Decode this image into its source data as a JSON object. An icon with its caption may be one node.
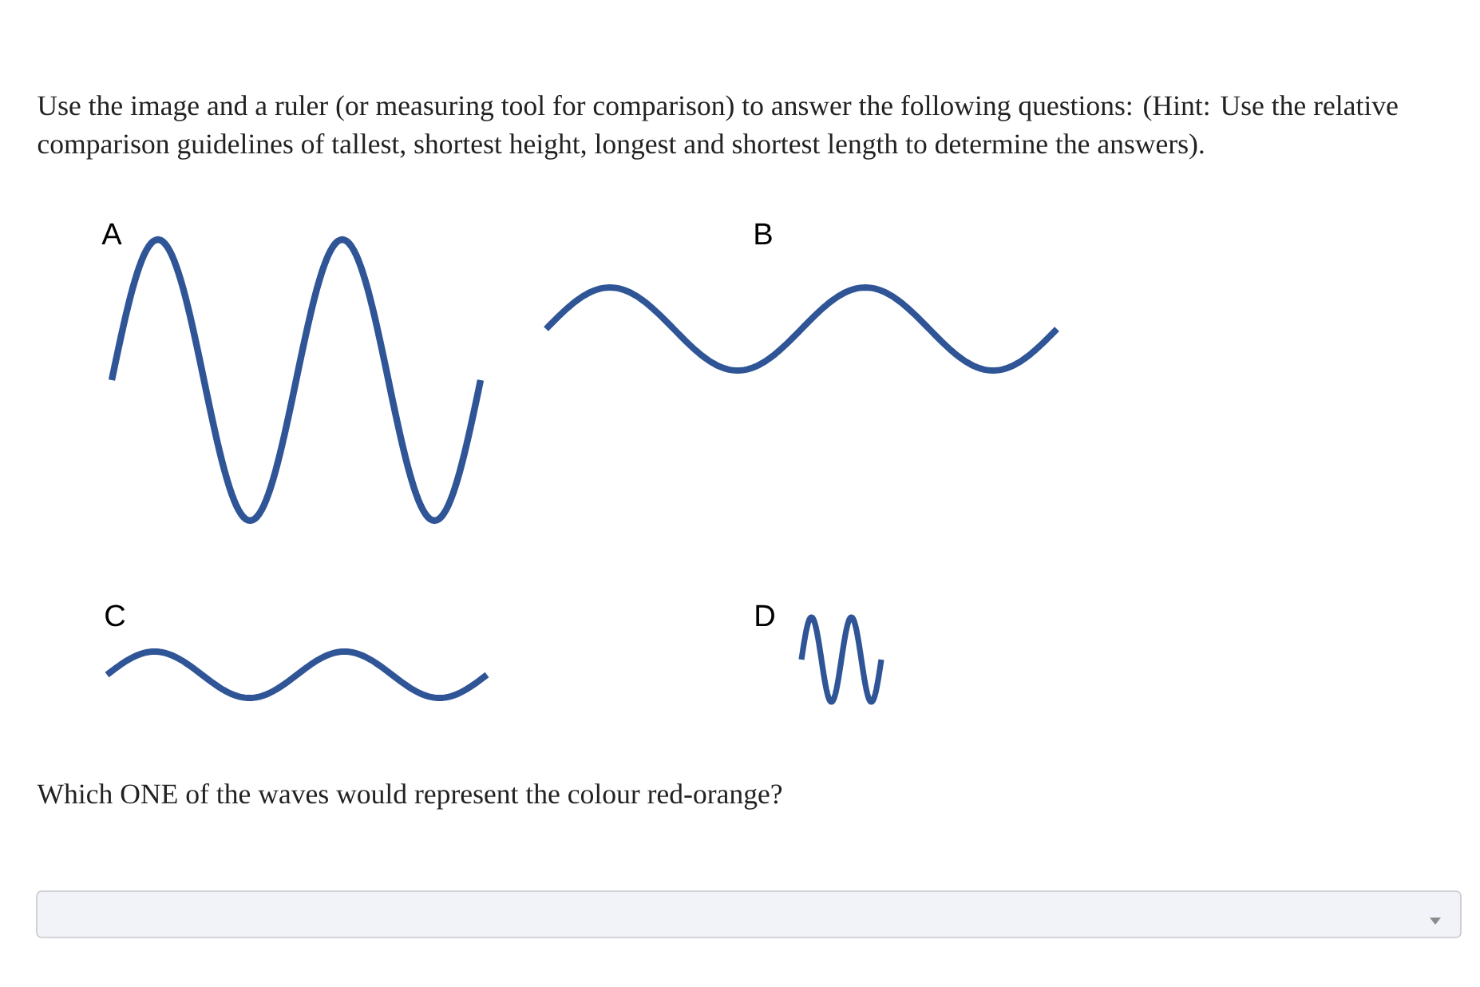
{
  "diagram": {
    "labels": [
      "Use the image and a ruler (or measuring tool for comparison) to answer the following questions: (Hint: Use the relative comparison guidelines of tallest, shortest height, longest and shortest length to determine the answers).",
      "A",
      "B",
      "C",
      "D",
      "Which ONE of the waves would represent the colour red-orange?"
    ]
  }
}
